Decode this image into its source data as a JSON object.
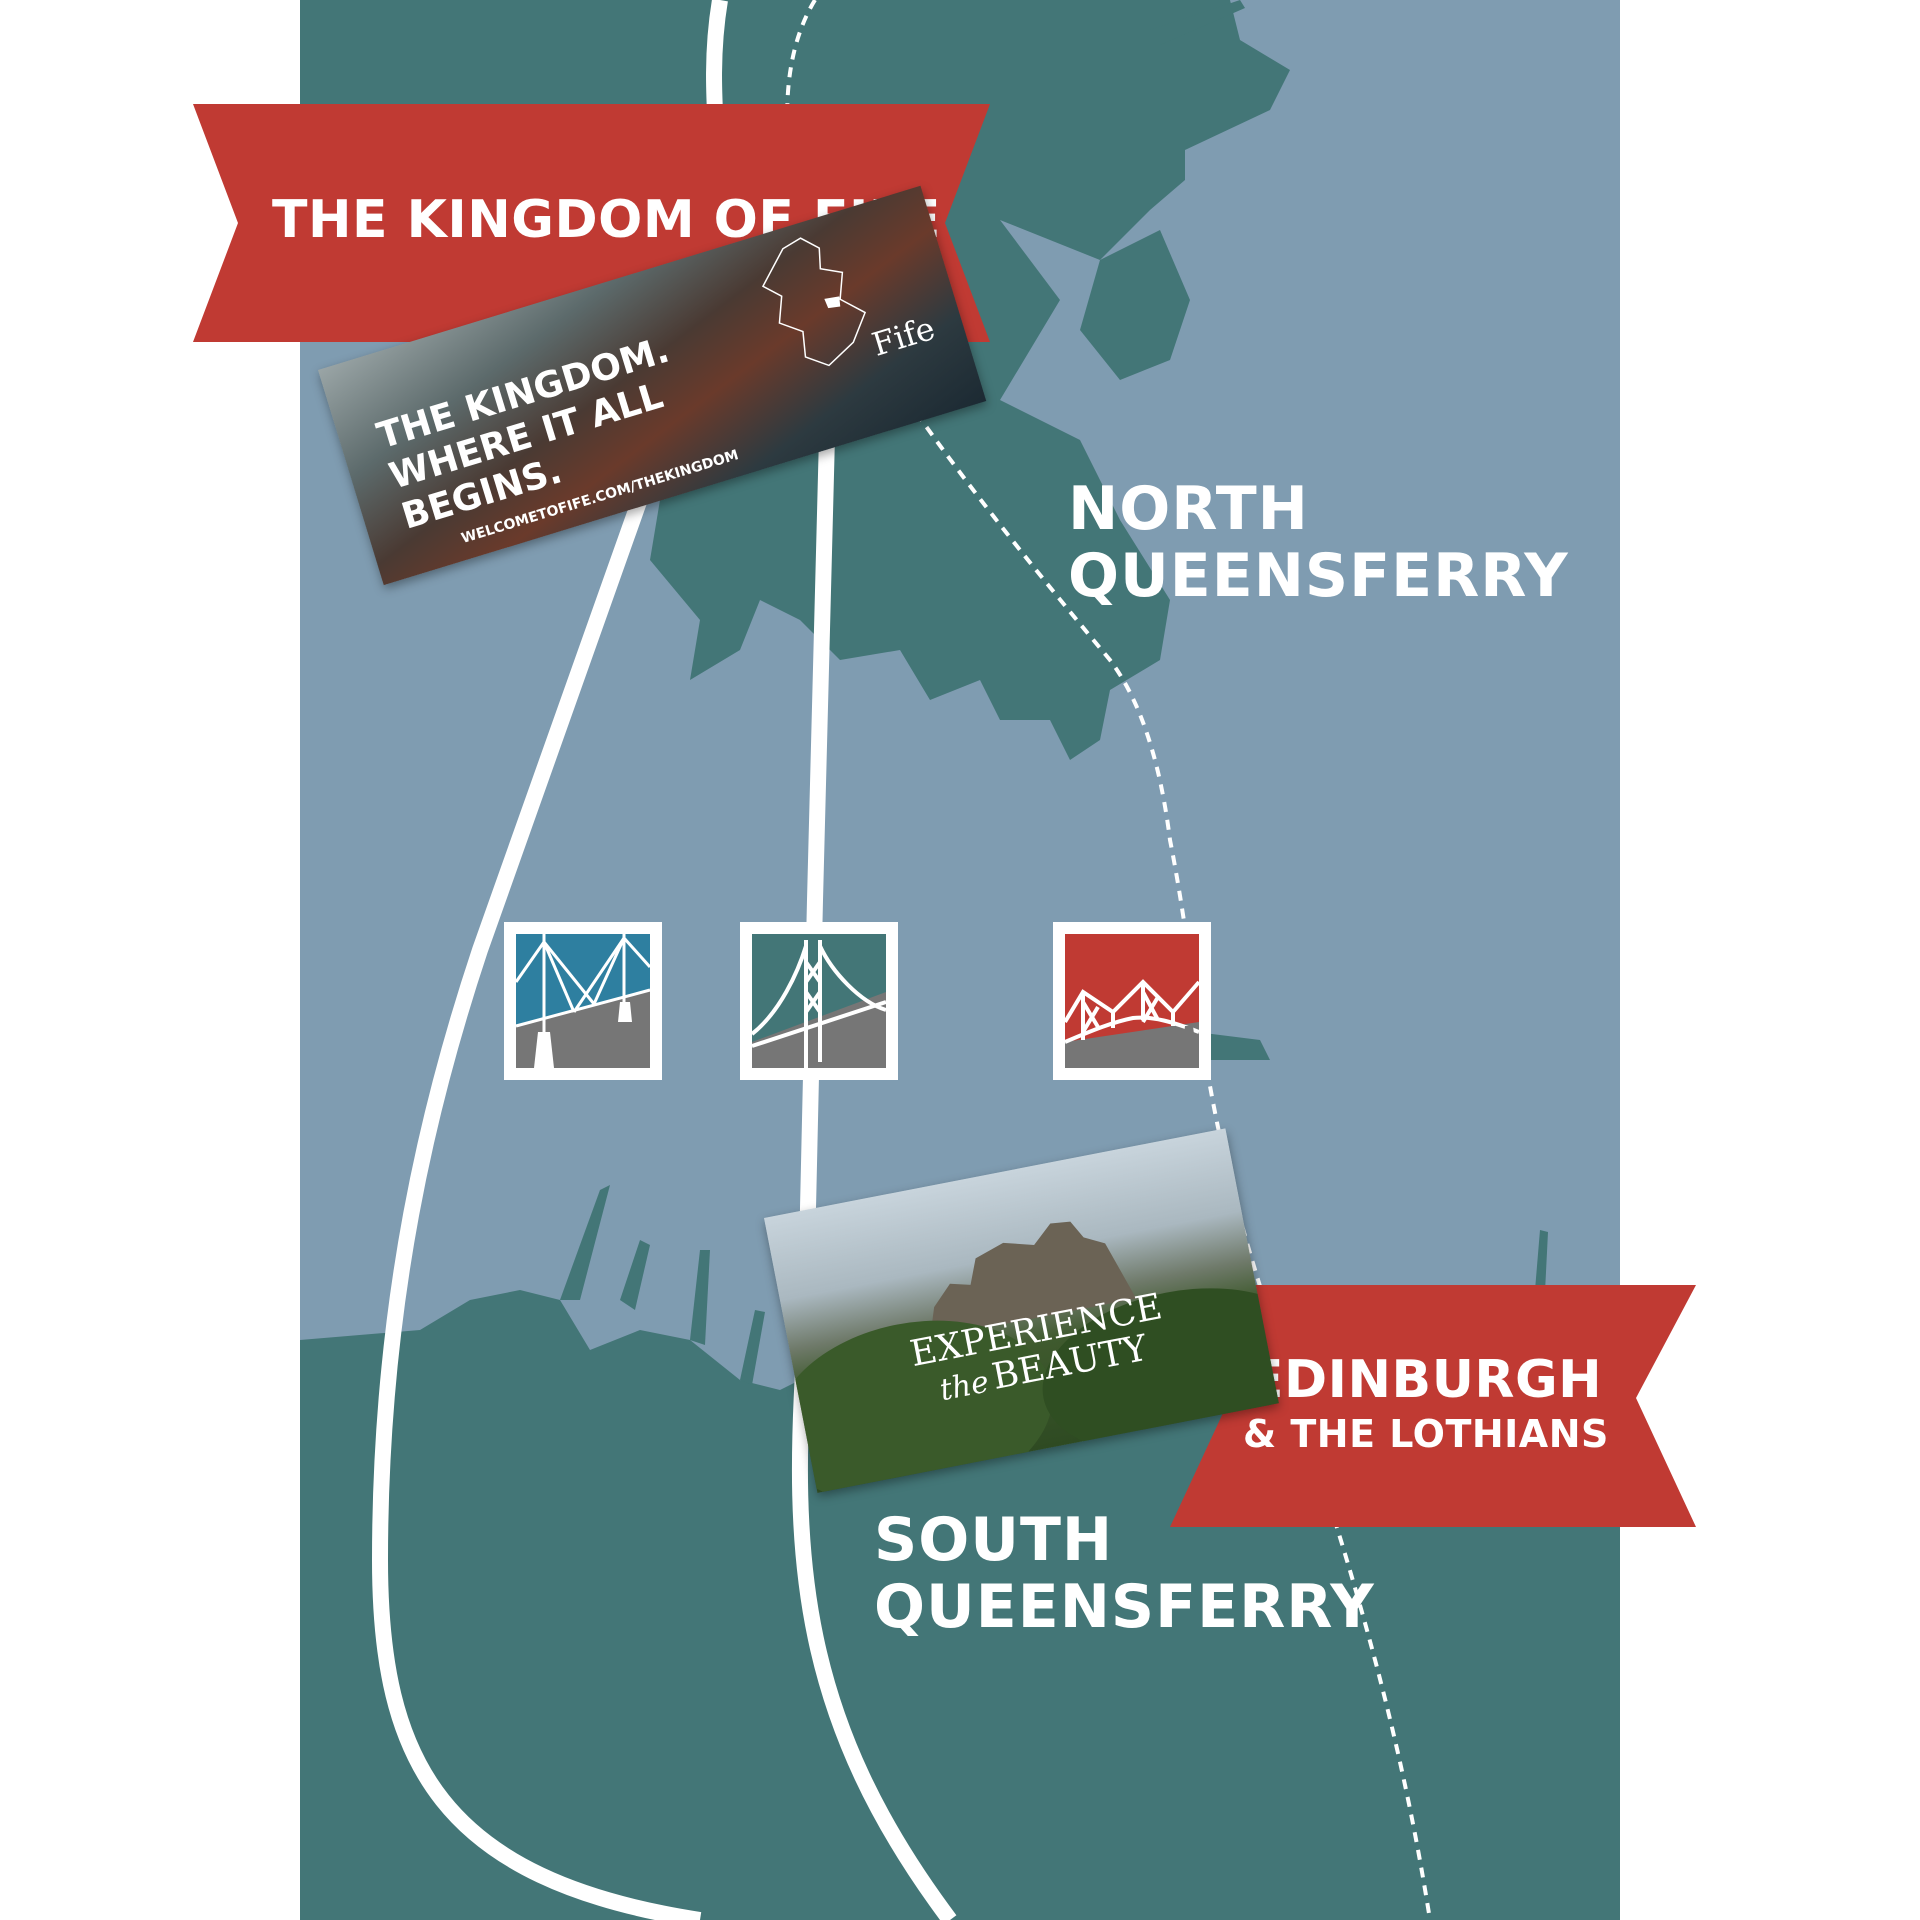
{
  "colors": {
    "water": "#7f9cb1",
    "land": "#437677",
    "banner": "#c03a33",
    "road": "#ffffff",
    "icon_blue": "#2e7fa0",
    "icon_teal": "#437677",
    "icon_red": "#c03a33",
    "icon_grey": "#767676"
  },
  "banners": {
    "fife": "THE KINGDOM OF FIFE",
    "edinburgh_line1": "EDINBURGH",
    "edinburgh_line2": "& THE LOTHIANS"
  },
  "places": {
    "north_line1": "NORTH",
    "north_line2": "QUEENSFERRY",
    "south_line1": "SOUTH",
    "south_line2": "QUEENSFERRY"
  },
  "cards": {
    "fife": {
      "headline_1": "THE KINGDOM.",
      "headline_2": "WHERE IT ALL",
      "headline_3": "BEGINS.",
      "brand": "Fife",
      "url": "WELCOMETOFIFE.COM/THEKINGDOM"
    },
    "edinburgh": {
      "line_1": "EXPERIENCE",
      "line_2a": "the",
      "line_2b": "BEAUTY"
    }
  },
  "icons": [
    "queensferry-crossing-icon",
    "forth-road-bridge-icon",
    "forth-rail-bridge-icon"
  ]
}
